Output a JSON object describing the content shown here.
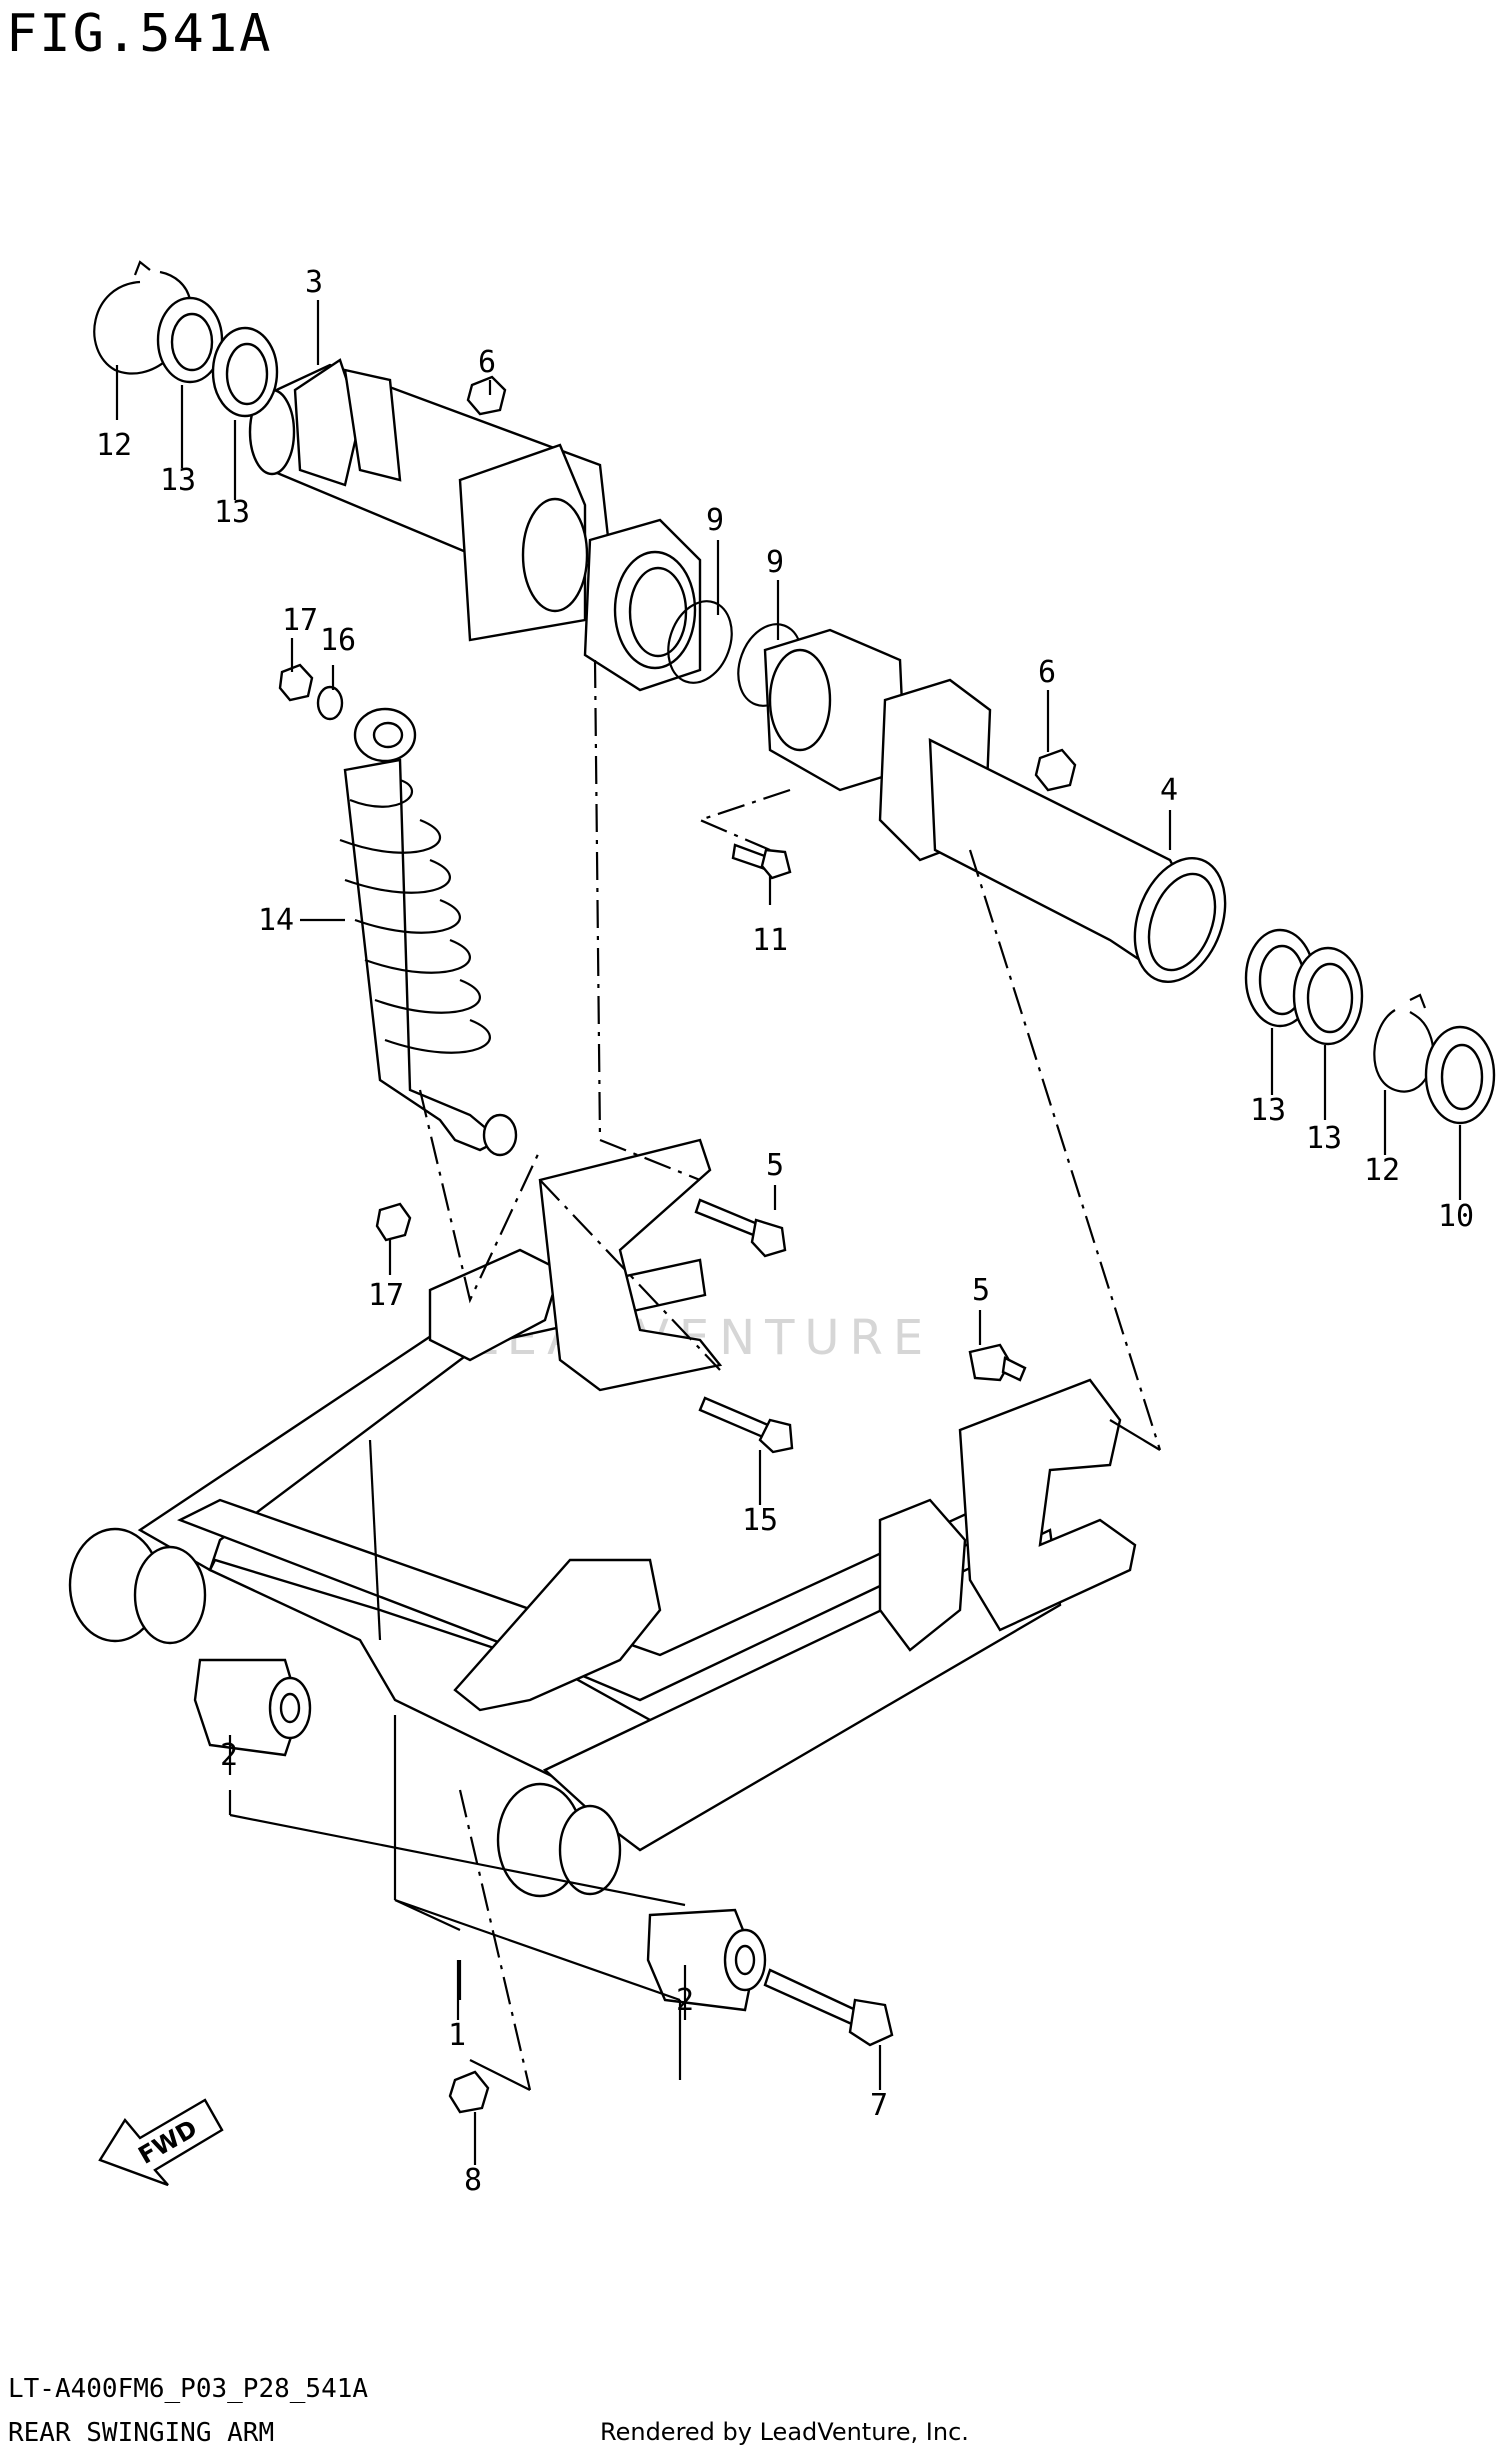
{
  "figure": {
    "title": "FIG.541A",
    "model_code": "LT-A400FM6_P03_P28_541A",
    "section_name": "REAR SWINGING ARM",
    "credit": "Rendered by LeadVenture, Inc.",
    "watermark_text": "LEADVENTURE",
    "fwd_label": "FWD"
  },
  "callouts": [
    {
      "id": "c1",
      "label": "1"
    },
    {
      "id": "c2a",
      "label": "2"
    },
    {
      "id": "c2b",
      "label": "2"
    },
    {
      "id": "c3",
      "label": "3"
    },
    {
      "id": "c4",
      "label": "4"
    },
    {
      "id": "c5a",
      "label": "5"
    },
    {
      "id": "c5b",
      "label": "5"
    },
    {
      "id": "c6a",
      "label": "6"
    },
    {
      "id": "c6b",
      "label": "6"
    },
    {
      "id": "c7",
      "label": "7"
    },
    {
      "id": "c8",
      "label": "8"
    },
    {
      "id": "c9a",
      "label": "9"
    },
    {
      "id": "c9b",
      "label": "9"
    },
    {
      "id": "c10",
      "label": "10"
    },
    {
      "id": "c11",
      "label": "11"
    },
    {
      "id": "c12a",
      "label": "12"
    },
    {
      "id": "c12b",
      "label": "12"
    },
    {
      "id": "c13a",
      "label": "13"
    },
    {
      "id": "c13b",
      "label": "13"
    },
    {
      "id": "c13c",
      "label": "13"
    },
    {
      "id": "c13d",
      "label": "13"
    },
    {
      "id": "c14",
      "label": "14"
    },
    {
      "id": "c15",
      "label": "15"
    },
    {
      "id": "c16",
      "label": "16"
    },
    {
      "id": "c17a",
      "label": "17"
    },
    {
      "id": "c17b",
      "label": "17"
    }
  ]
}
